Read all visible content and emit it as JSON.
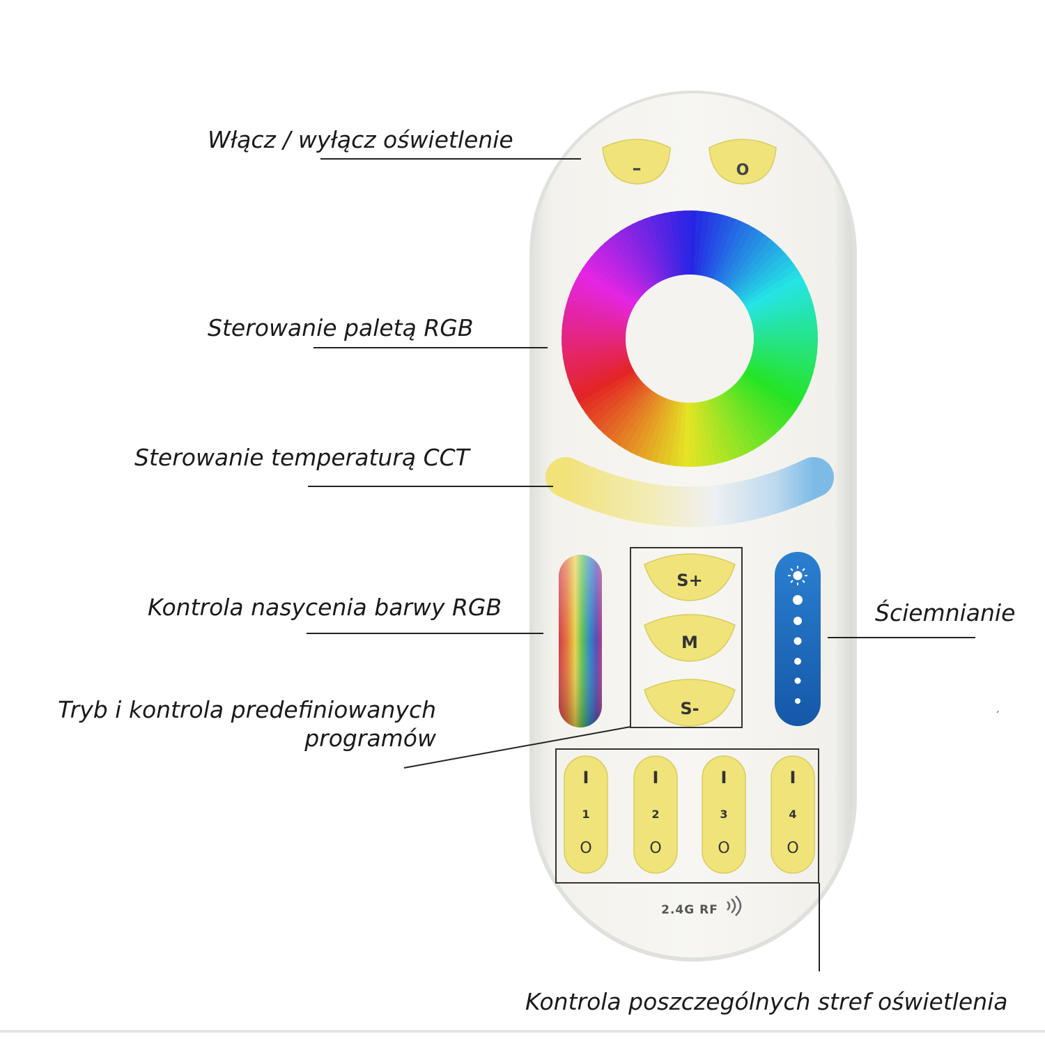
{
  "remote": {
    "top_buttons": [
      "–",
      "O"
    ],
    "mode_buttons": [
      "S+",
      "M",
      "S-"
    ],
    "zones": [
      {
        "on": "I",
        "number": "1",
        "off": "O"
      },
      {
        "on": "I",
        "number": "2",
        "off": "O"
      },
      {
        "on": "I",
        "number": "3",
        "off": "O"
      },
      {
        "on": "I",
        "number": "4",
        "off": "O"
      }
    ],
    "rf_label": "2.4G RF"
  },
  "annotations": {
    "power": "Włącz / wyłącz oświetlenie",
    "rgb_palette": "Sterowanie paletą RGB",
    "cct": "Sterowanie temperaturą CCT",
    "saturation": "Kontrola nasycenia barwy RGB",
    "modes_line1": "Tryb i kontrola predefiniowanych",
    "modes_line2": "programów",
    "dimming": "Ściemnianie",
    "zones": "Kontrola poszczególnych stref oświetlenia"
  },
  "colors": {
    "button_yellow": "#efe37a",
    "remote_body": "#f4f3ee",
    "dimmer_blue": "#1c6fc4",
    "line": "#222222"
  }
}
